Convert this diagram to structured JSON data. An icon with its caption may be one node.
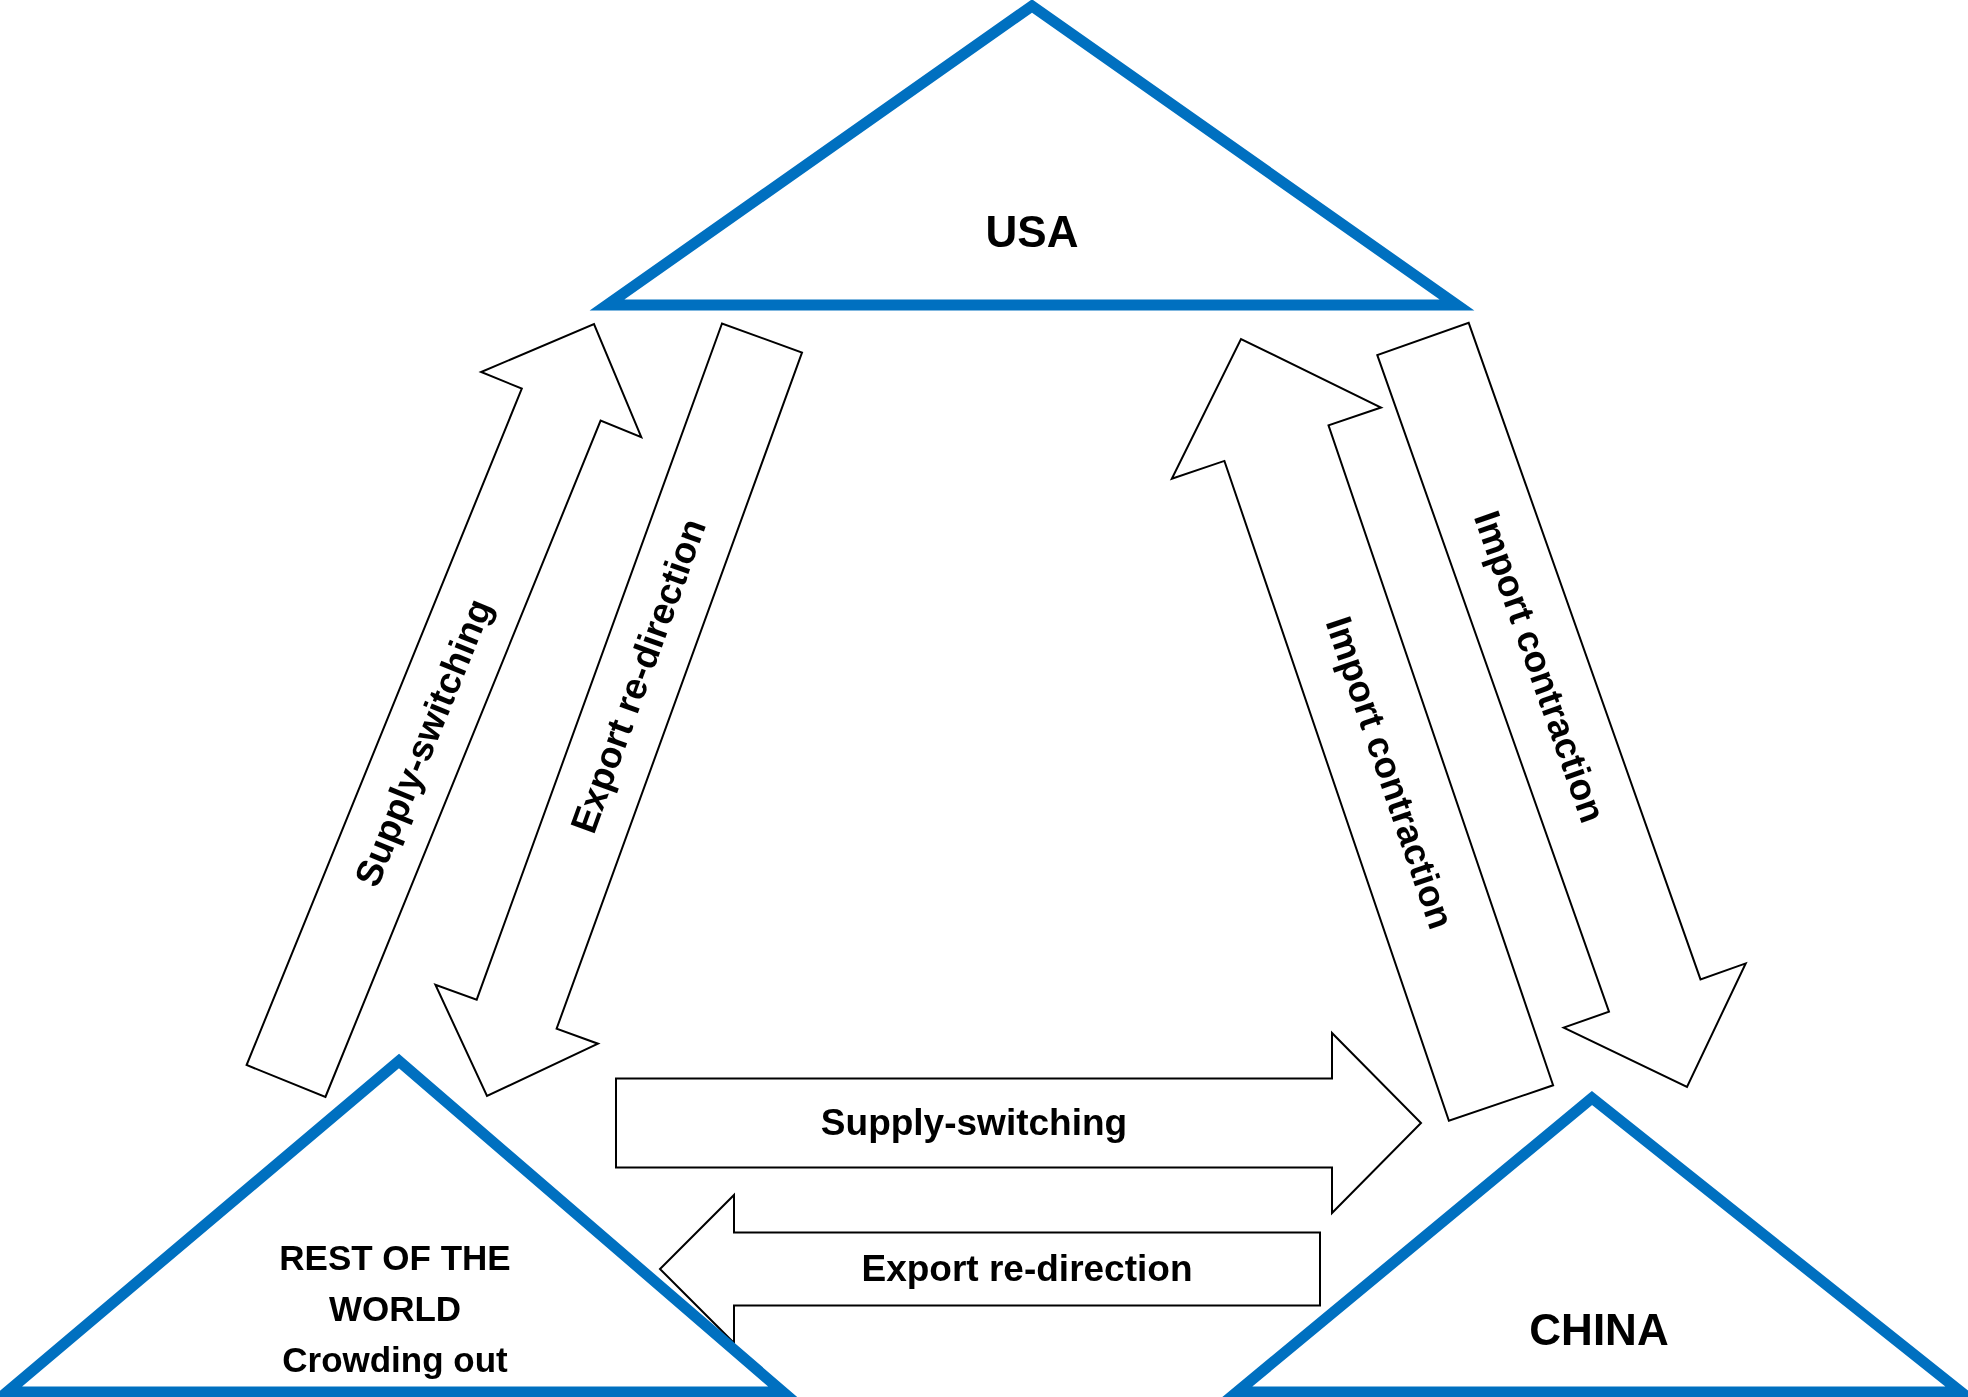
{
  "diagram": {
    "nodes": [
      {
        "text": [
          "USA"
        ]
      },
      {
        "text": [
          "REST OF THE WORLD",
          "Crowding out"
        ]
      },
      {
        "text": [
          "CHINA"
        ]
      }
    ],
    "edges": [
      {
        "from": 1,
        "to": 0,
        "arrow": "to",
        "label": "Supply-switching"
      },
      {
        "from": 0,
        "to": 1,
        "arrow": "to",
        "label": "Export re-direction"
      },
      {
        "from": 2,
        "to": 0,
        "arrow": "to",
        "label": "Import contraction"
      },
      {
        "from": 0,
        "to": 2,
        "arrow": "to",
        "label": "Import contraction"
      },
      {
        "from": 1,
        "to": 2,
        "arrow": "to",
        "label": "Supply-switching"
      },
      {
        "from": 2,
        "to": 1,
        "arrow": "to",
        "label": "Export re-direction"
      }
    ]
  }
}
